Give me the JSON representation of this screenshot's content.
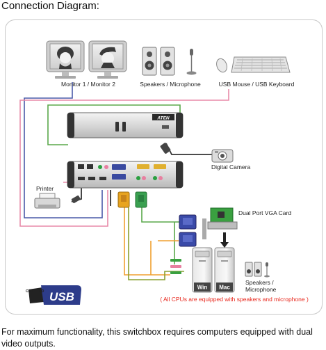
{
  "heading": "Connection Diagram:",
  "labels": {
    "monitors": "Monitor 1 / Monitor 2",
    "speakers_top": "Speakers / Microphone",
    "usb_devices": "USB Mouse / USB Keyboard",
    "digital_camera": "Digital Camera",
    "printer": "Printer",
    "vga_card": "Dual Port VGA Card",
    "win": "Win",
    "mac": "Mac",
    "speakers_bottom_line1": "Speakers /",
    "speakers_bottom_line2": "Microphone",
    "cpu_note": "( All CPUs are equipped with speakers and microphone )",
    "brand": "ATEN",
    "certified": "CERTIFIED",
    "usb_logo": "USB"
  },
  "footer": "For maximum functionality, this switchbox requires computers equipped with dual video outputs.",
  "colors": {
    "note_red": "#e8271c",
    "cable_blue": "#4a5aa8",
    "cable_green": "#5aa84a",
    "cable_pink": "#e88aa8",
    "cable_orange": "#f0a030",
    "cable_olive": "#8aa030",
    "vga_card_green": "#3aa040"
  }
}
